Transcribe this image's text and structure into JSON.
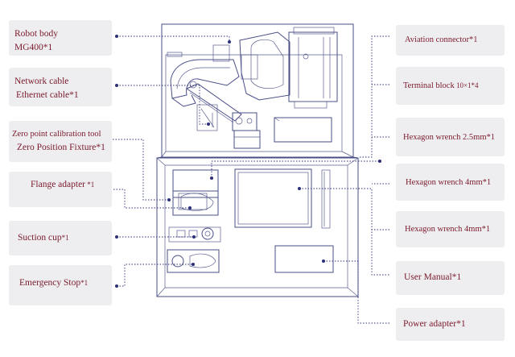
{
  "labels": {
    "robot_body": {
      "line1": "Robot body",
      "line2": "MG400*1"
    },
    "network_cable": {
      "line1": "Network cable",
      "line2": "Ethernet cable*1"
    },
    "zero_point": {
      "line1": "Zero point calibration tool",
      "line2": "Zero Position Fixture*1"
    },
    "flange_adapter": {
      "text": "Flange adapter",
      "qty": " *1"
    },
    "suction_cup": {
      "text": "Suction cup",
      "qty": "*1"
    },
    "emergency_stop": {
      "text": "Emergency Stop",
      "qty": "*1"
    },
    "aviation_connector": {
      "text": "Aviation connector*1"
    },
    "terminal_block": {
      "text": "Terminal block",
      "qty": " 10×1*4"
    },
    "hex_wrench_25": {
      "text": "Hexagon wrench 2.5mm*1"
    },
    "hex_wrench_4a": {
      "text": "Hexagon wrench 4mm*1"
    },
    "hex_wrench_4b": {
      "text": "Hexagon wrench 4mm*1"
    },
    "user_manual": {
      "text": "User Manual*1"
    },
    "power_adapter": {
      "text": "Power adapter*1"
    }
  },
  "colors": {
    "label_text": "#7a1a2c",
    "label_bg": "#eeeef0",
    "leader_line": "#2b2f7a",
    "sketch": "#4a4f86"
  }
}
